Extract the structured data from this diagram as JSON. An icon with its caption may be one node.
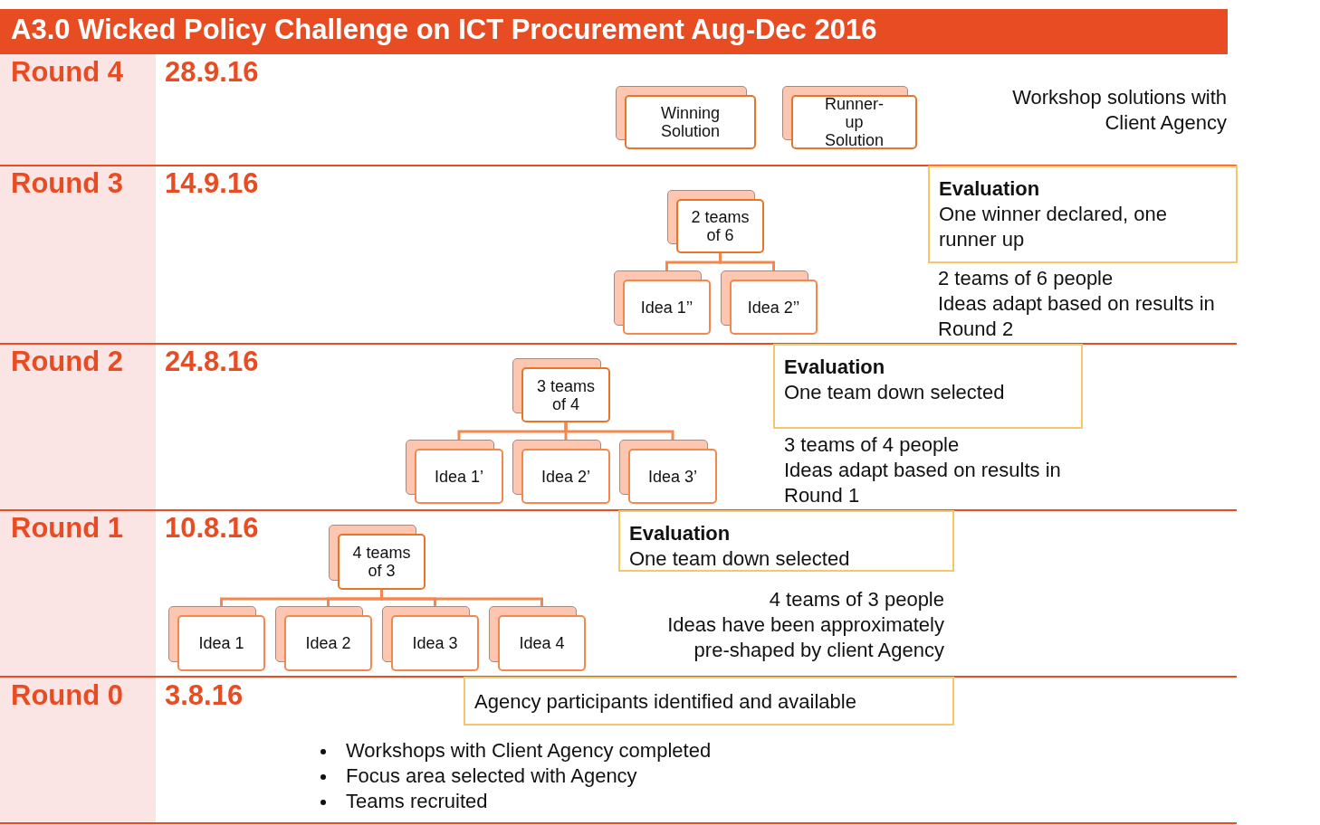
{
  "diagram": {
    "title": "A3.0 Wicked Policy Challenge on ICT Procurement Aug-Dec 2016",
    "nodes": [
      {
        "text": [
          "Winning Solution"
        ]
      },
      {
        "text": [
          "Runner-up Solution"
        ]
      },
      {
        "text": [
          "Evaluation",
          "One winner declared, one runner up"
        ]
      },
      {
        "text": [
          "2 teams of 6"
        ]
      },
      {
        "text": [
          "Idea 1’’"
        ]
      },
      {
        "text": [
          "Idea 2’’"
        ]
      },
      {
        "text": [
          "Evaluation",
          "One team down selected"
        ]
      },
      {
        "text": [
          "3 teams of 4"
        ]
      },
      {
        "text": [
          "Idea 1’"
        ]
      },
      {
        "text": [
          "Idea 2’"
        ]
      },
      {
        "text": [
          "Idea 3’"
        ]
      },
      {
        "text": [
          "Evaluation",
          "One team down selected"
        ]
      },
      {
        "text": [
          "4 teams of 3"
        ]
      },
      {
        "text": [
          "Idea 1"
        ]
      },
      {
        "text": [
          "Idea 2"
        ]
      },
      {
        "text": [
          "Idea 3"
        ]
      },
      {
        "text": [
          "Idea 4"
        ]
      },
      {
        "text": [
          "Agency participants identified and available"
        ]
      }
    ],
    "edges": [
      {
        "from": 3,
        "to": 4,
        "arrow": "none"
      },
      {
        "from": 3,
        "to": 5,
        "arrow": "none"
      },
      {
        "from": 7,
        "to": 8,
        "arrow": "none"
      },
      {
        "from": 7,
        "to": 9,
        "arrow": "none"
      },
      {
        "from": 7,
        "to": 10,
        "arrow": "none"
      },
      {
        "from": 12,
        "to": 13,
        "arrow": "none"
      },
      {
        "from": 12,
        "to": 14,
        "arrow": "none"
      },
      {
        "from": 12,
        "to": 15,
        "arrow": "none"
      },
      {
        "from": 12,
        "to": 16,
        "arrow": "none"
      }
    ],
    "labels": [
      "Round 4",
      "28.9.16",
      "Workshop solutions with Client Agency",
      "Round 3",
      "14.9.16",
      "2 teams of 6 people",
      "Ideas adapt based on results in Round 2",
      "Round 2",
      "24.8.16",
      "3 teams of 4 people",
      "Ideas adapt based on results in Round 1",
      "Round 1",
      "10.8.16",
      "4 teams of 3 people",
      "Ideas have been approximately pre-shaped by client Agency",
      "Round 0",
      "3.8.16",
      "Workshops with Client Agency completed",
      "Focus area selected with Agency",
      "Teams recruited"
    ]
  }
}
